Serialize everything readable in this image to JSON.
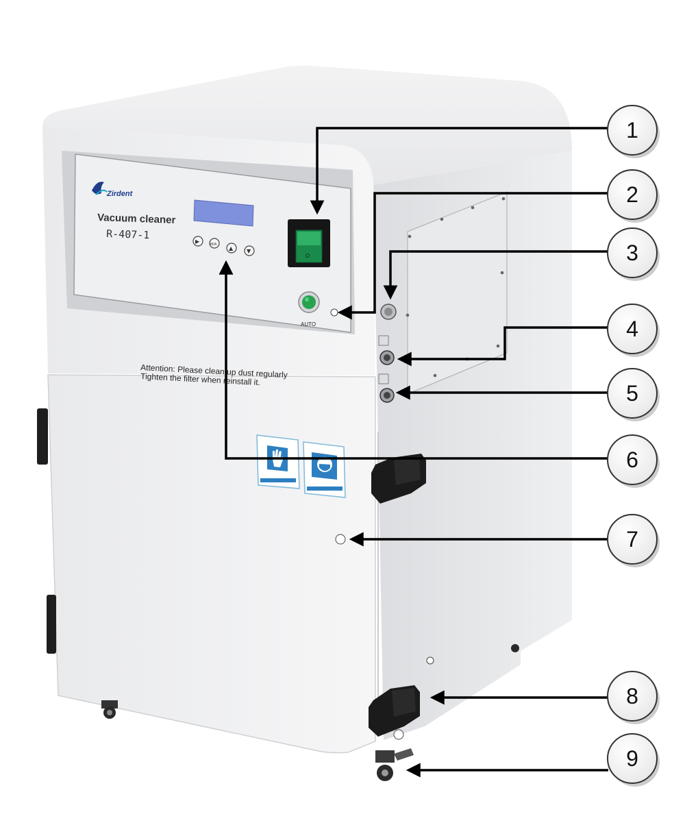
{
  "panel": {
    "brand": "Zirdent",
    "product_name": "Vacuum cleaner",
    "model": "R-407-1",
    "auto_label": "AUTO",
    "buttons": [
      "▶",
      "M/A",
      "▲",
      "▼"
    ]
  },
  "cabinet_notice": {
    "line1": "Attention: Please clean up dust regularly",
    "line2": "Tighten the filter when reinstall it."
  },
  "stickers": [
    {
      "icon": "protective-gloves-icon"
    },
    {
      "icon": "dust-mask-icon"
    }
  ],
  "callouts": [
    "1",
    "2",
    "3",
    "4",
    "5",
    "6",
    "7",
    "8",
    "9"
  ]
}
